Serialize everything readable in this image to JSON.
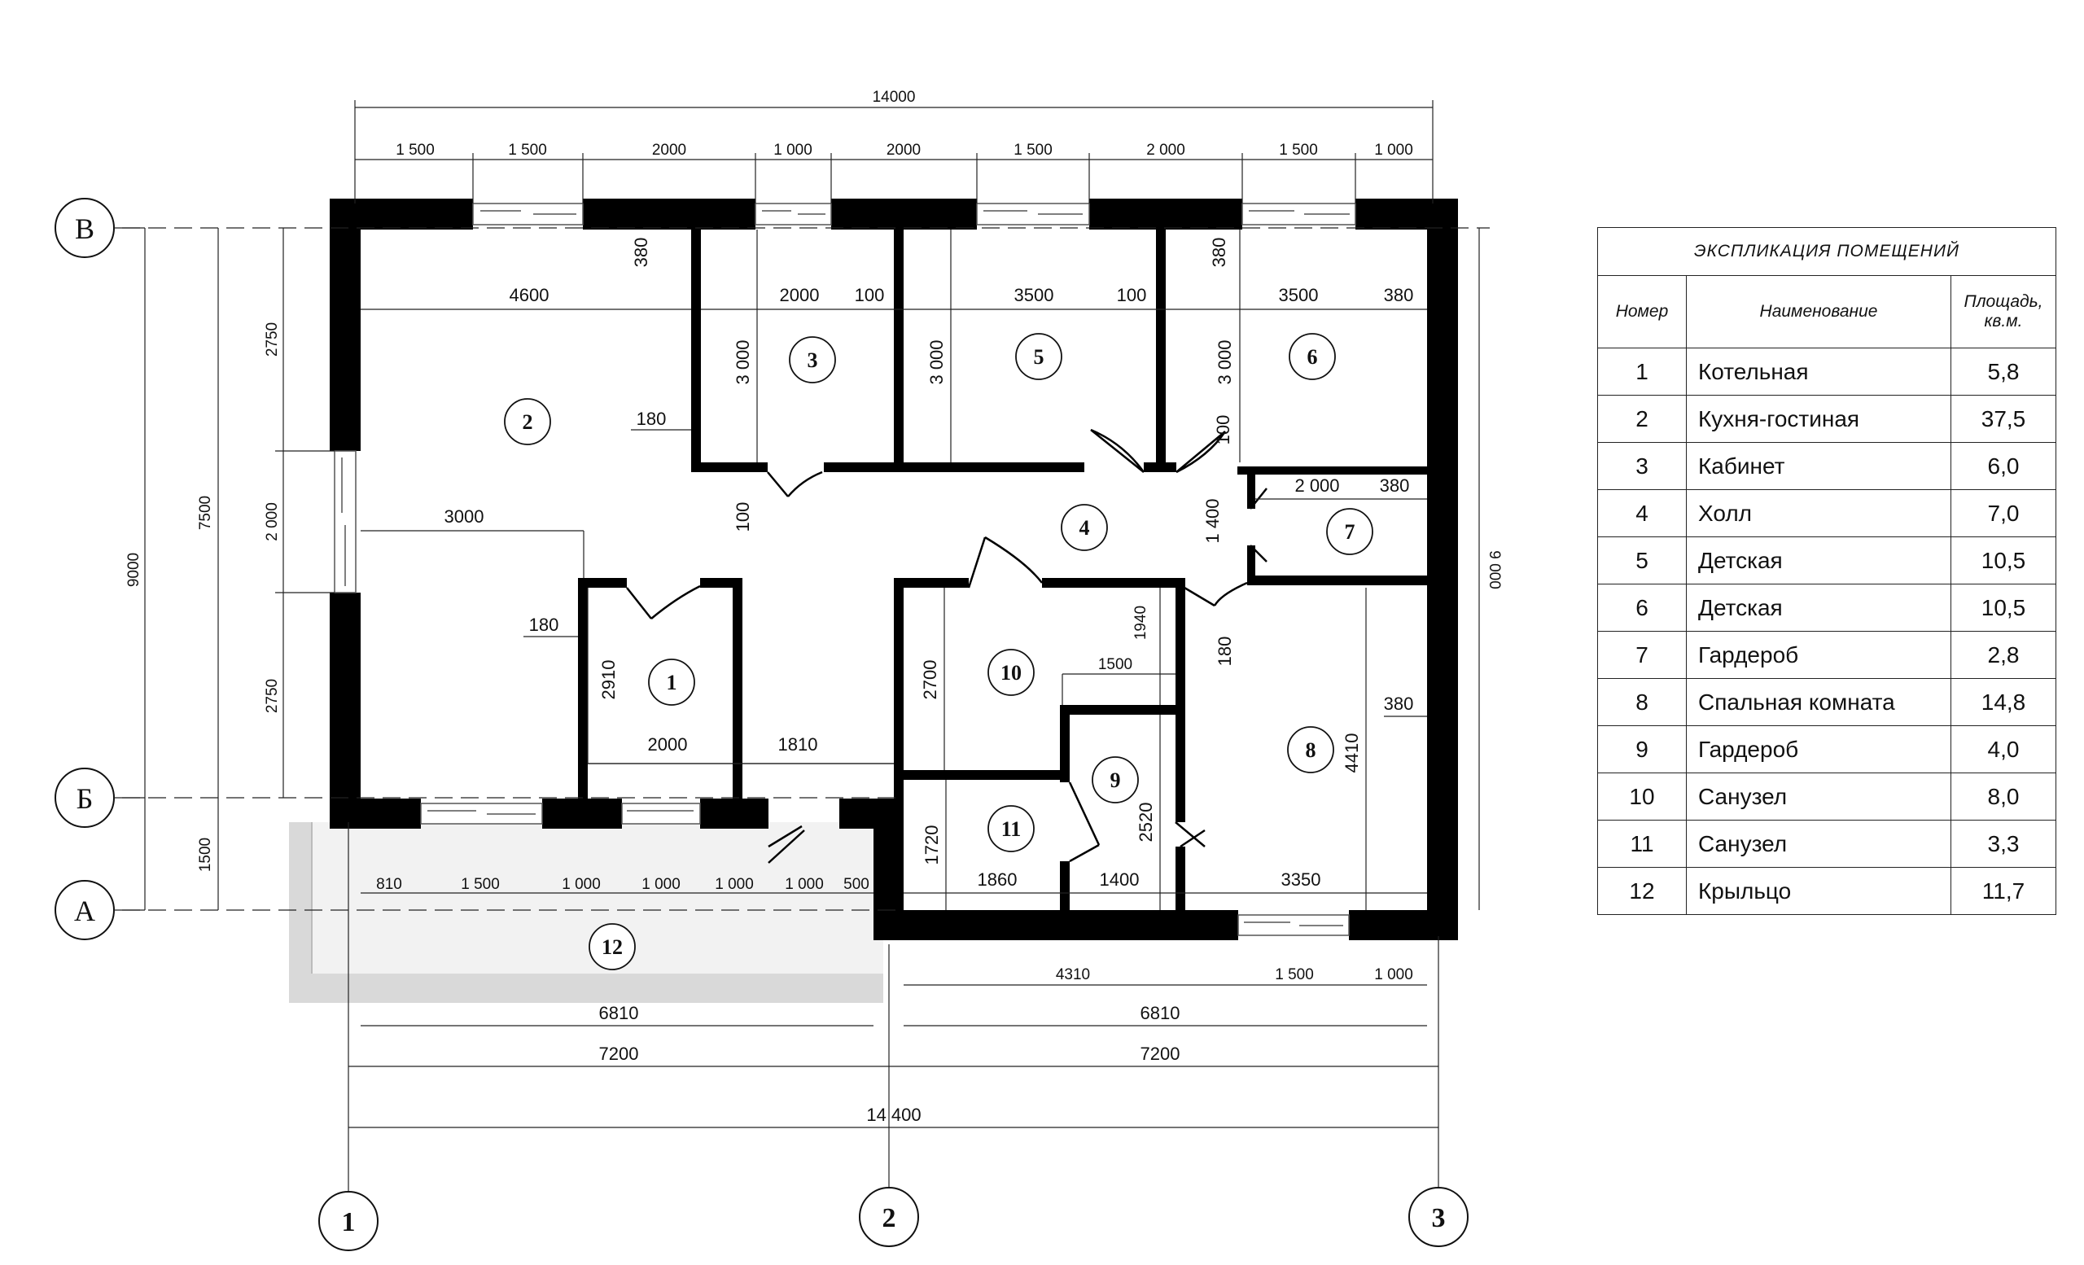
{
  "plan": {
    "axes": {
      "vertical": [
        "1",
        "2",
        "3"
      ],
      "horizontal": [
        "В",
        "Б",
        "А"
      ]
    },
    "top_dims": {
      "overall": "14000",
      "segments": [
        "1 500",
        "1 500",
        "2000",
        "1 000",
        "2000",
        "1 500",
        "2 000",
        "1 500",
        "1 000"
      ]
    },
    "left_dims": {
      "overall": "9000",
      "v_b": "7500",
      "b_a": "1500",
      "segments": [
        "2750",
        "2 000",
        "2750"
      ]
    },
    "right_dim": "9 000",
    "bottom_dims": {
      "overall": "14 400",
      "left_half": "7200",
      "right_half": "7200",
      "left_inner": "6810",
      "right_inner": "6810",
      "right_segments": [
        "4310",
        "1 500",
        "1 000"
      ],
      "porch_segments": [
        "810",
        "1 500",
        "1 000",
        "1 000",
        "1 000",
        "1 000",
        "500"
      ]
    },
    "inner_dims": {
      "d380_top": "380",
      "d4600": "4600",
      "d2000_r3": "2000",
      "d100_a": "100",
      "d3500_r5": "3500",
      "d100_b": "100",
      "d380_r6": "380",
      "d3500_r6": "3500",
      "d380_right": "380",
      "d3000_r3": "3 000",
      "d3000_r5": "3 000",
      "d3000_r6": "3 000",
      "d180_a": "180",
      "d100_c": "100",
      "d100_d": "100",
      "d3000_left": "3000",
      "d2000_r7": "2 000",
      "d380_r7": "380",
      "d1400": "1 400",
      "d180_b": "180",
      "d2910": "2910",
      "d1940": "1940",
      "d1500_r9": "1500",
      "d2700": "2700",
      "d180_c": "180",
      "d380_r8": "380",
      "d4410": "4410",
      "d2000_r1": "2000",
      "d1810": "1810",
      "d1720": "1720",
      "d2520": "2520",
      "d1860": "1860",
      "d1400_b": "1400",
      "d3350": "3350"
    },
    "room_numbers": [
      "1",
      "2",
      "3",
      "4",
      "5",
      "6",
      "7",
      "8",
      "9",
      "10",
      "11",
      "12"
    ]
  },
  "explication": {
    "title": "ЭКСПЛИКАЦИЯ ПОМЕЩЕНИЙ",
    "columns": [
      "Номер",
      "Наименование",
      "Площадь, кв.м."
    ],
    "rows": [
      {
        "no": "1",
        "name": "Котельная",
        "area": "5,8"
      },
      {
        "no": "2",
        "name": "Кухня-гостиная",
        "area": "37,5"
      },
      {
        "no": "3",
        "name": "Кабинет",
        "area": "6,0"
      },
      {
        "no": "4",
        "name": "Холл",
        "area": "7,0"
      },
      {
        "no": "5",
        "name": "Детская",
        "area": "10,5"
      },
      {
        "no": "6",
        "name": "Детская",
        "area": "10,5"
      },
      {
        "no": "7",
        "name": "Гардероб",
        "area": "2,8"
      },
      {
        "no": "8",
        "name": "Спальная комната",
        "area": "14,8"
      },
      {
        "no": "9",
        "name": "Гардероб",
        "area": "4,0"
      },
      {
        "no": "10",
        "name": "Санузел",
        "area": "8,0"
      },
      {
        "no": "11",
        "name": "Санузел",
        "area": "3,3"
      },
      {
        "no": "12",
        "name": "Крыльцо",
        "area": "11,7"
      }
    ]
  }
}
